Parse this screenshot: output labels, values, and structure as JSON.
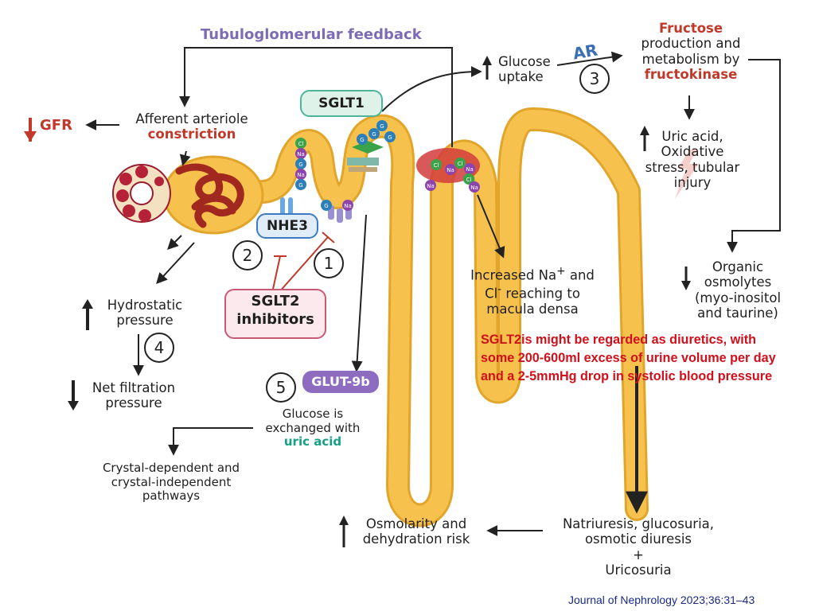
{
  "title": "Tubuloglomerular feedback",
  "gfr": "GFR",
  "afferent": {
    "line1": "Afferent arteriole",
    "line2": "constriction"
  },
  "sglt1": "SGLT1",
  "nhe3": "NHE3",
  "sglt2": {
    "line1": "SGLT2",
    "line2": "inhibitors"
  },
  "glut9b": "GLUT-9b",
  "glucose_uptake": {
    "line1": "Glucose",
    "line2": "uptake"
  },
  "ar": "AR",
  "fructose": {
    "line1": "Fructose",
    "line2": "production and",
    "line3": "metabolism by",
    "line4": "fructokinase"
  },
  "uric_acid": {
    "line1": "Uric acid,",
    "line2": "Oxidative",
    "line3": "stress, tubular",
    "line4": "injury"
  },
  "organic": {
    "line1": "Organic",
    "line2": "osmolytes",
    "line3": "(myo-inositol",
    "line4": "and taurine)"
  },
  "increased_na": {
    "line1": "Increased Na",
    "sup1": "+",
    "line1b": " and",
    "line2a": "Cl",
    "sup2": "-",
    "line2b": " reaching to",
    "line3": "macula densa"
  },
  "hydrostatic": {
    "line1": "Hydrostatic",
    "line2": "pressure"
  },
  "net_filtration": {
    "line1": "Net filtration",
    "line2": "pressure"
  },
  "glucose_exchanged": {
    "line1": "Glucose is",
    "line2": "exchanged with",
    "line3": "uric acid"
  },
  "crystal": {
    "line1": "Crystal-dependent and",
    "line2": "crystal-independent",
    "line3": "pathways"
  },
  "osmolarity": {
    "line1": "Osmolarity and",
    "line2": "dehydration risk"
  },
  "natriuresis": {
    "line1": "Natriuresis, glucosuria,",
    "line2": "osmotic diuresis",
    "line3": "+",
    "line4": "Uricosuria"
  },
  "numbers": [
    "1",
    "2",
    "3",
    "4",
    "5"
  ],
  "ions": {
    "cl": "Cl",
    "na": "Na",
    "g": "G"
  },
  "note": "SGLT2is might be regarded as diuretics, with some 200-600ml excess of urine volume per day and a 2-5mmHg drop in systolic blood pressure",
  "citation": "Journal of Nephrology 2023;36:31–43",
  "colors": {
    "tubule": "#f7c14d",
    "tubule_edge": "#e2a52b",
    "red": "#c0392b",
    "purple": "#7d6bb5",
    "note_red": "#d0101b"
  }
}
